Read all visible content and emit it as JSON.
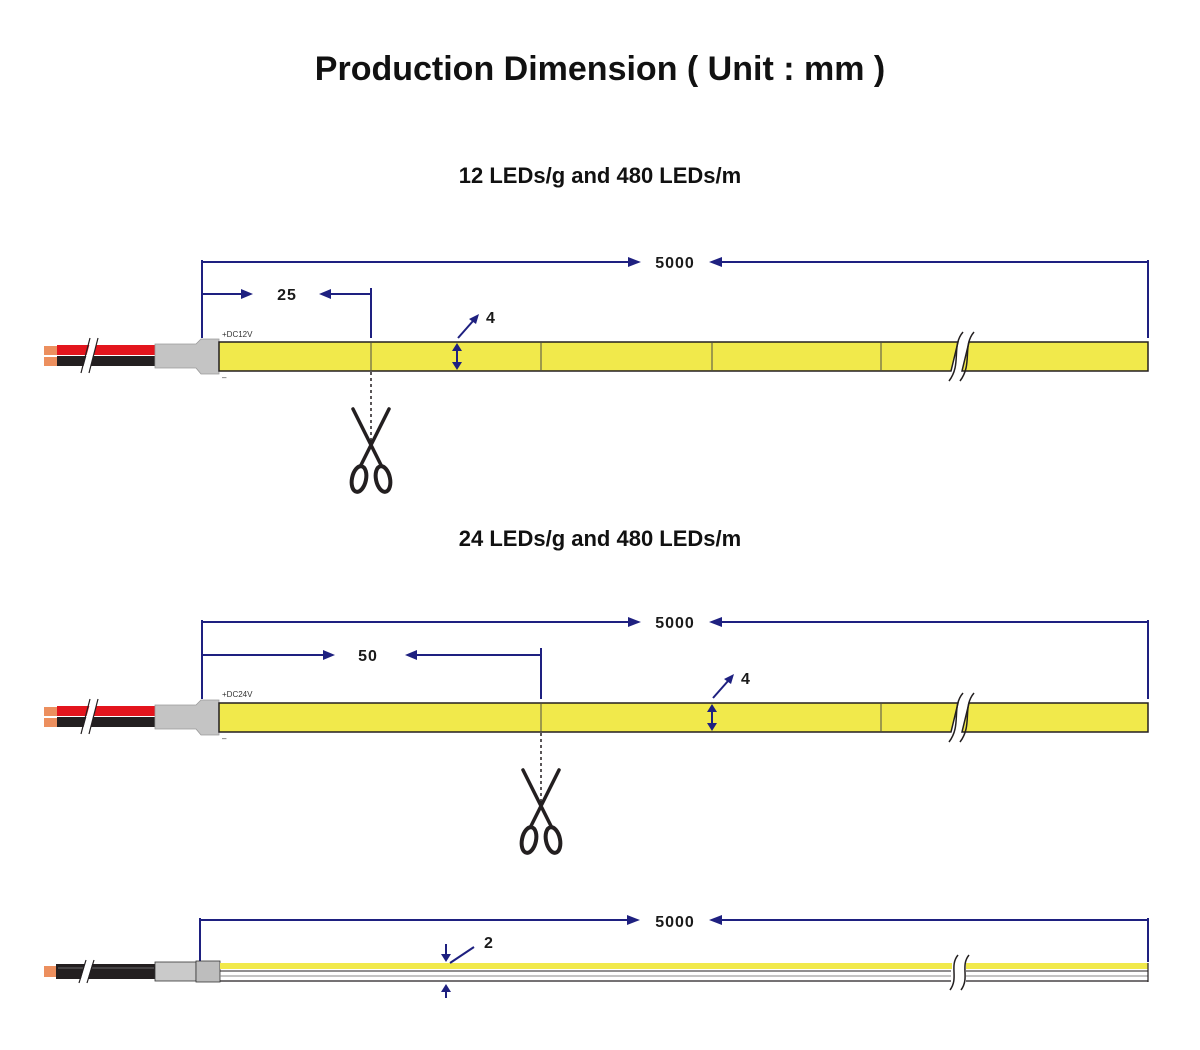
{
  "title": "Production Dimension ( Unit : mm )",
  "sections": [
    {
      "subtitle": "12 LEDs/g and 480 LEDs/m",
      "total_length": "5000",
      "cut_length": "25",
      "width": "4",
      "positive_label": "+DC12V",
      "negative_label": "–"
    },
    {
      "subtitle": "24 LEDs/g and 480 LEDs/m",
      "total_length": "5000",
      "cut_length": "50",
      "width": "4",
      "positive_label": "+DC24V",
      "negative_label": "–"
    }
  ],
  "side_view": {
    "total_length": "5000",
    "thickness": "2"
  },
  "icons": {
    "cut_marker": "scissors-icon"
  },
  "colors": {
    "dimension_line": "#1e2080",
    "strip": "#f1e94b",
    "wire_positive": "#e3151d",
    "wire_negative": "#231f20",
    "copper": "#ec8f5e",
    "connector": "#c4c4c4",
    "outline": "#231f20"
  }
}
